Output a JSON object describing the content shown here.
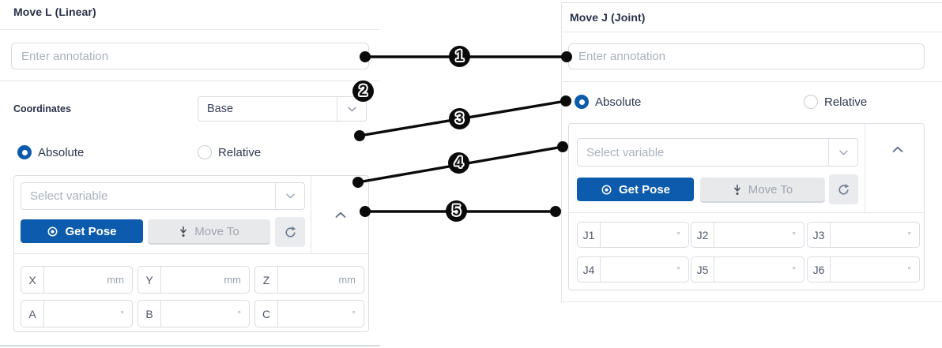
{
  "colors": {
    "accent_blue": "#0c5bad",
    "dark_text": "#283149",
    "callout_black": "#0a0a0a"
  },
  "icons": {
    "get_pose": "target-icon",
    "move_to": "arrow-down-to-point-icon",
    "refresh": "refresh-icon",
    "collapse": "chevron-up-icon",
    "dropdown": "chevron-down-icon"
  },
  "panel_move_l": {
    "title": "Move L (Linear)",
    "annotation": {
      "value": "",
      "placeholder": "Enter annotation"
    },
    "coordinates": {
      "label": "Coordinates",
      "selected_option": "Base"
    },
    "mode": {
      "absolute_label": "Absolute",
      "relative_label": "Relative",
      "selected": "Absolute"
    },
    "variable_select": {
      "value": "",
      "placeholder": "Select variable"
    },
    "buttons": {
      "get_pose": "Get Pose",
      "move_to": "Move To"
    },
    "pose_fields": [
      {
        "label": "X",
        "value": "",
        "unit": "mm"
      },
      {
        "label": "Y",
        "value": "",
        "unit": "mm"
      },
      {
        "label": "Z",
        "value": "",
        "unit": "mm"
      },
      {
        "label": "A",
        "value": "",
        "unit": "°"
      },
      {
        "label": "B",
        "value": "",
        "unit": "°"
      },
      {
        "label": "C",
        "value": "",
        "unit": "°"
      }
    ]
  },
  "panel_move_j": {
    "title": "Move J (Joint)",
    "annotation": {
      "value": "",
      "placeholder": "Enter annotation"
    },
    "mode": {
      "absolute_label": "Absolute",
      "relative_label": "Relative",
      "selected": "Absolute"
    },
    "variable_select": {
      "value": "",
      "placeholder": "Select variable"
    },
    "buttons": {
      "get_pose": "Get Pose",
      "move_to": "Move To"
    },
    "joint_fields": [
      {
        "label": "J1",
        "value": "",
        "unit": "°"
      },
      {
        "label": "J2",
        "value": "",
        "unit": "°"
      },
      {
        "label": "J3",
        "value": "",
        "unit": "°"
      },
      {
        "label": "J4",
        "value": "",
        "unit": "°"
      },
      {
        "label": "J5",
        "value": "",
        "unit": "°"
      },
      {
        "label": "J6",
        "value": "",
        "unit": "°"
      }
    ]
  },
  "callouts": [
    {
      "label": "1"
    },
    {
      "label": "2"
    },
    {
      "label": "3"
    },
    {
      "label": "4"
    },
    {
      "label": "5"
    }
  ]
}
